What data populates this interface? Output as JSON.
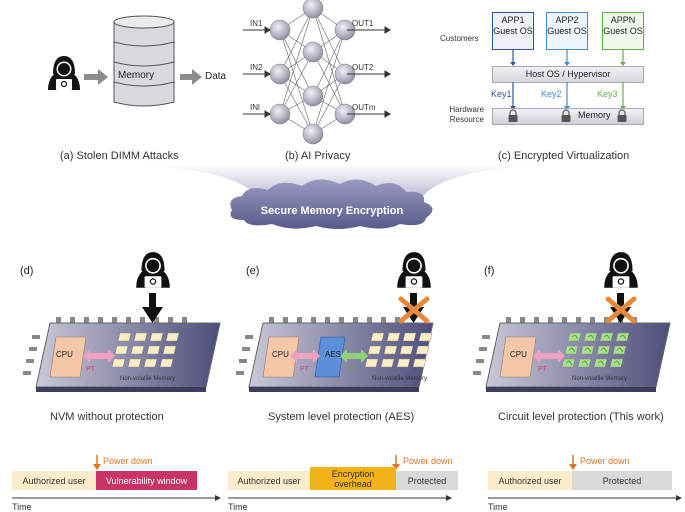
{
  "panel_a": {
    "memory_label": "Memory",
    "data_label": "Data",
    "caption": "(a) Stolen DIMM Attacks"
  },
  "panel_b": {
    "inputs": [
      "IN1",
      "IN2",
      "INl"
    ],
    "outputs": [
      "OUT1",
      "OUT2",
      "OUTm"
    ],
    "caption": "(b) AI Privacy"
  },
  "panel_c": {
    "customers_label": "Customers",
    "apps": [
      "APP1 Guest OS",
      "APP2 Guest OS",
      "APPN Guest OS"
    ],
    "host_label": "Host OS / Hypervisor",
    "keys": [
      "Key1",
      "Key2",
      "Key3"
    ],
    "hardware_label": "Hardware Resource",
    "memory_label": "Memory",
    "caption": "(c) Encrypted Virtualization"
  },
  "cloud_label": "Secure Memory Encryption",
  "panels": [
    {
      "tag": "(d)",
      "cpu": "CPU",
      "pt": "PT",
      "nvm": "Non-volatile Memory",
      "caption": "NVM without protection",
      "timeline": {
        "power_down": "Power down",
        "segments": [
          "Authorized user",
          "Vulnerability window"
        ],
        "time": "Time"
      }
    },
    {
      "tag": "(e)",
      "cpu": "CPU",
      "pt": "PT",
      "aes": "AES",
      "ct": "CT",
      "nvm": "Non-volatile Memory",
      "caption": "System level protection (AES)",
      "timeline": {
        "power_down": "Power down",
        "segments": [
          "Authorized user",
          "Encryption overhead",
          "Protected"
        ],
        "time": "Time"
      }
    },
    {
      "tag": "(f)",
      "cpu": "CPU",
      "pt": "PT",
      "nvm": "Non-volatile Memory",
      "caption": "Circuit level protection (This work)",
      "timeline": {
        "power_down": "Power down",
        "segments": [
          "Authorized user",
          "Protected"
        ],
        "time": "Time"
      }
    }
  ],
  "colors": {
    "authorized": "#fbeccb",
    "vulnerability": "#c8336a",
    "encryption": "#f2b31a",
    "protected": "#d9d9d9",
    "power_down": "#e2731f",
    "cross": "#e58a3c",
    "key1": "#2f5597",
    "key2": "#3e8bd8",
    "key3": "#5fb04b"
  },
  "icons": [
    "hacker-icon",
    "lock-icon",
    "arrow-icon"
  ]
}
